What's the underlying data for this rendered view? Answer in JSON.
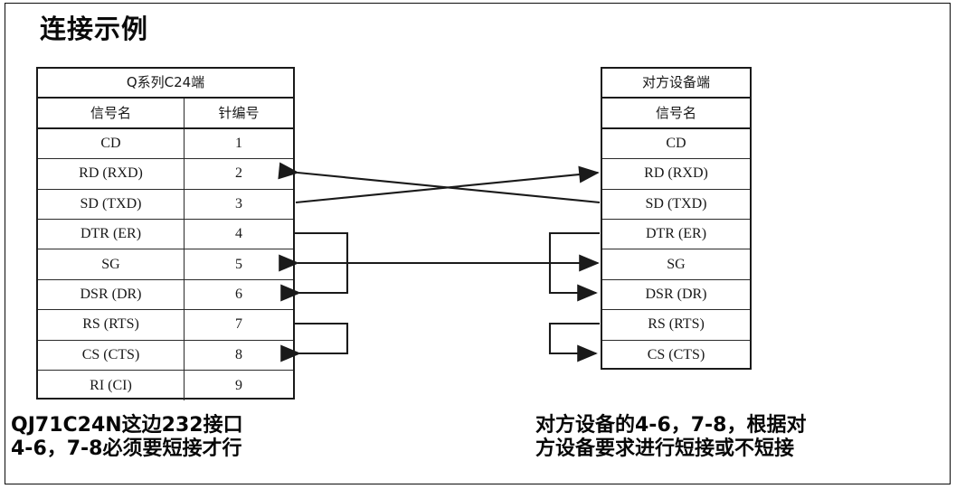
{
  "title": "连接示例",
  "left_table": {
    "name": "Q系列C24端",
    "columns": [
      "信号名",
      "针编号"
    ],
    "rows": [
      {
        "signal": "CD",
        "pin": "1"
      },
      {
        "signal": "RD (RXD)",
        "pin": "2"
      },
      {
        "signal": "SD (TXD)",
        "pin": "3"
      },
      {
        "signal": "DTR (ER)",
        "pin": "4"
      },
      {
        "signal": "SG",
        "pin": "5"
      },
      {
        "signal": "DSR (DR)",
        "pin": "6"
      },
      {
        "signal": "RS (RTS)",
        "pin": "7"
      },
      {
        "signal": "CS (CTS)",
        "pin": "8"
      },
      {
        "signal": "RI (CI)",
        "pin": "9"
      }
    ]
  },
  "right_table": {
    "name": "对方设备端",
    "columns": [
      "信号名"
    ],
    "rows": [
      {
        "signal": "CD"
      },
      {
        "signal": "RD (RXD)"
      },
      {
        "signal": "SD (TXD)"
      },
      {
        "signal": "DTR (ER)"
      },
      {
        "signal": "SG"
      },
      {
        "signal": "DSR (DR)"
      },
      {
        "signal": "RS (RTS)"
      },
      {
        "signal": "CS (CTS)"
      }
    ]
  },
  "captions": {
    "left": "QJ71C24N这边232接口\n4-6，7-8必须要短接才行",
    "right": "对方设备的4-6，7-8，根据对\n方设备要求进行短接或不短接"
  },
  "wiring": {
    "crossover_rd_sd": "RD(2) 与 SD(3) 交叉连接",
    "sg_link": "SG(5) 直连",
    "jumper_4_6": "4-6 短接",
    "jumper_7_8": "7-8 短接"
  },
  "colors": {
    "line": "#1a1a1a",
    "border": "#0c0c0c",
    "text": "#111111",
    "background": "#ffffff"
  }
}
